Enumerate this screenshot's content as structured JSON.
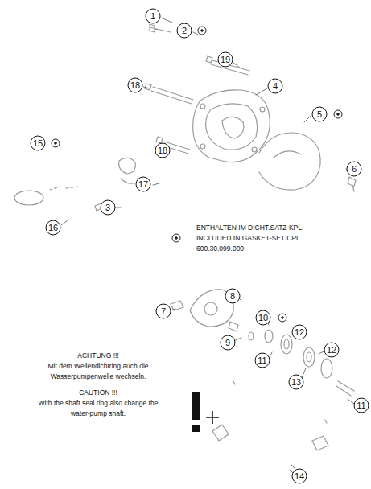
{
  "diagram": {
    "labels": [
      "1",
      "2",
      "19",
      "18",
      "4",
      "5",
      "15",
      "18",
      "6",
      "17",
      "3",
      "16",
      "ENTHALTEN IM DICHT.SATZ KPL.",
      "INCLUDED IN GASKET-SET CPL.",
      "600.30.099.000",
      "7",
      "8",
      "10",
      "9",
      "12",
      "11",
      "12",
      "13",
      "11",
      "ACHTUNG !!!",
      "Mit dem Wellendichtring auch die Wasserpumpenwelle wechseln.",
      "CAUTION !!!",
      "With the shaft seal ring also change the water-pump shaft.",
      "14"
    ]
  }
}
